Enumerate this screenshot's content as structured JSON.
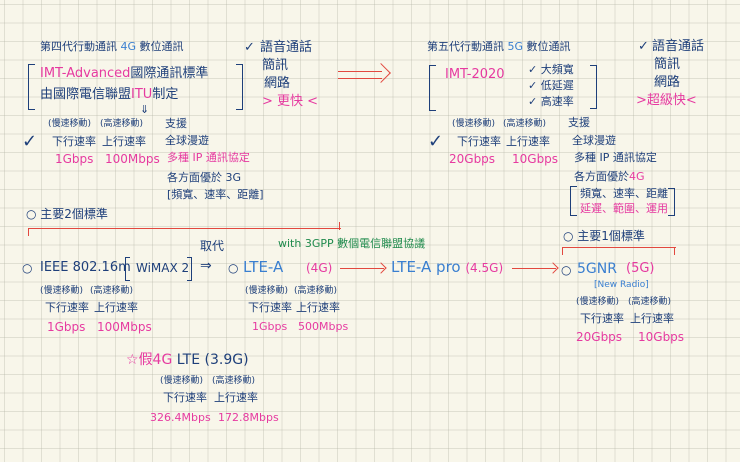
{
  "gen4": {
    "title_prefix": "第四代行動通訊",
    "title_tag": "4G",
    "title_suffix": "數位通訊",
    "standard_name": "IMT-Advanced",
    "standard_desc": "國際通訊標準",
    "issuer_prefix": "由國際電信聯盟",
    "issuer_tag": "ITU",
    "issuer_suffix": "制定",
    "down_arrow": "⇓",
    "features_check": "✓",
    "features": [
      "語音通話",
      "簡訊",
      "網路"
    ],
    "features_highlight": "> 更快 <",
    "check": "✓",
    "speed": {
      "down_note": "(慢速移動)",
      "up_note": "(高速移動)",
      "down_label": "下行速率",
      "up_label": "上行速率",
      "down_value": "1Gbps",
      "up_value": "100Mbps"
    },
    "support": {
      "title": "支援",
      "items": [
        "全球漫遊"
      ],
      "highlight": "多種 IP 通訊協定",
      "better_than": "各方面優於 3G",
      "aspects": "[頻寬、速率、距離]"
    }
  },
  "transition_arrow": "⟹",
  "gen5": {
    "title_prefix": "第五代行動通訊",
    "title_tag": "5G",
    "title_suffix": "數位通訊",
    "standard_name": "IMT-2020",
    "standard_features": [
      "✓ 大頻寬",
      "✓ 低延遲",
      "✓ 高速率"
    ],
    "features_check": "✓",
    "features": [
      "語音通話",
      "簡訊",
      "網路"
    ],
    "features_highlight": ">超級快<",
    "check": "✓",
    "speed": {
      "down_note": "(慢速移動)",
      "up_note": "(高速移動)",
      "down_label": "下行速率",
      "up_label": "上行速率",
      "down_value": "20Gbps",
      "up_value": "10Gbps"
    },
    "support": {
      "title": "支援",
      "items": [
        "全球漫遊",
        "多種 IP 通訊協定"
      ],
      "better_than_prefix": "各方面優於",
      "better_than_tag": "4G",
      "aspects": "頻寬、速率、距離",
      "aspects_highlight": "延遲、範圍、運用"
    }
  },
  "standards4g": {
    "heading": "○ 主要2個標準",
    "wimax": {
      "bullet": "○",
      "name": "IEEE 802.16m",
      "alias": "WiMAX 2",
      "replace_label": "取代",
      "replace_arrow": "⇒",
      "speed": {
        "down_note": "(慢速移動)",
        "up_note": "(高速移動)",
        "down_label": "下行速率",
        "up_label": "上行速率",
        "down_value": "1Gbps",
        "up_value": "100Mbps"
      }
    },
    "lte_a": {
      "bullet": "○",
      "name": "LTE-A",
      "tag": "(4G)",
      "speed": {
        "down_note": "(慢速移動)",
        "up_note": "(高速移動)",
        "down_label": "下行速率",
        "up_label": "上行速率",
        "down_value": "1Gbps",
        "up_value": "500Mbps"
      }
    },
    "gpp_note": "with 3GPP 數個電信聯盟協議",
    "lte_a_pro": {
      "name": "LTE-A pro",
      "tag": "(4.5G)"
    },
    "fake4g": {
      "star": "☆",
      "label": "假4G",
      "name": "LTE",
      "tag": "(3.9G)",
      "speed": {
        "down_note": "(慢速移動)",
        "up_note": "(高速移動)",
        "down_label": "下行速率",
        "up_label": "上行速率",
        "down_value": "326.4Mbps",
        "up_value": "172.8Mbps"
      }
    }
  },
  "standards5g": {
    "heading": "○ 主要1個標準",
    "nr": {
      "bullet": "○",
      "name": "5GNR",
      "tag": "(5G)",
      "subtitle": "[New Radio]",
      "speed": {
        "down_note": "(慢速移動)",
        "up_note": "(高速移動)",
        "down_label": "下行速率",
        "up_label": "上行速率",
        "down_value": "20Gbps",
        "up_value": "10Gbps"
      }
    }
  },
  "colors": {
    "ink": "#1e3f7a",
    "accent_blue": "#3a7fd0",
    "highlight_pink": "#e63aa0",
    "arrow_red": "#e2483f",
    "note_green": "#1f8a4c",
    "paper": "#f8f6ea"
  }
}
